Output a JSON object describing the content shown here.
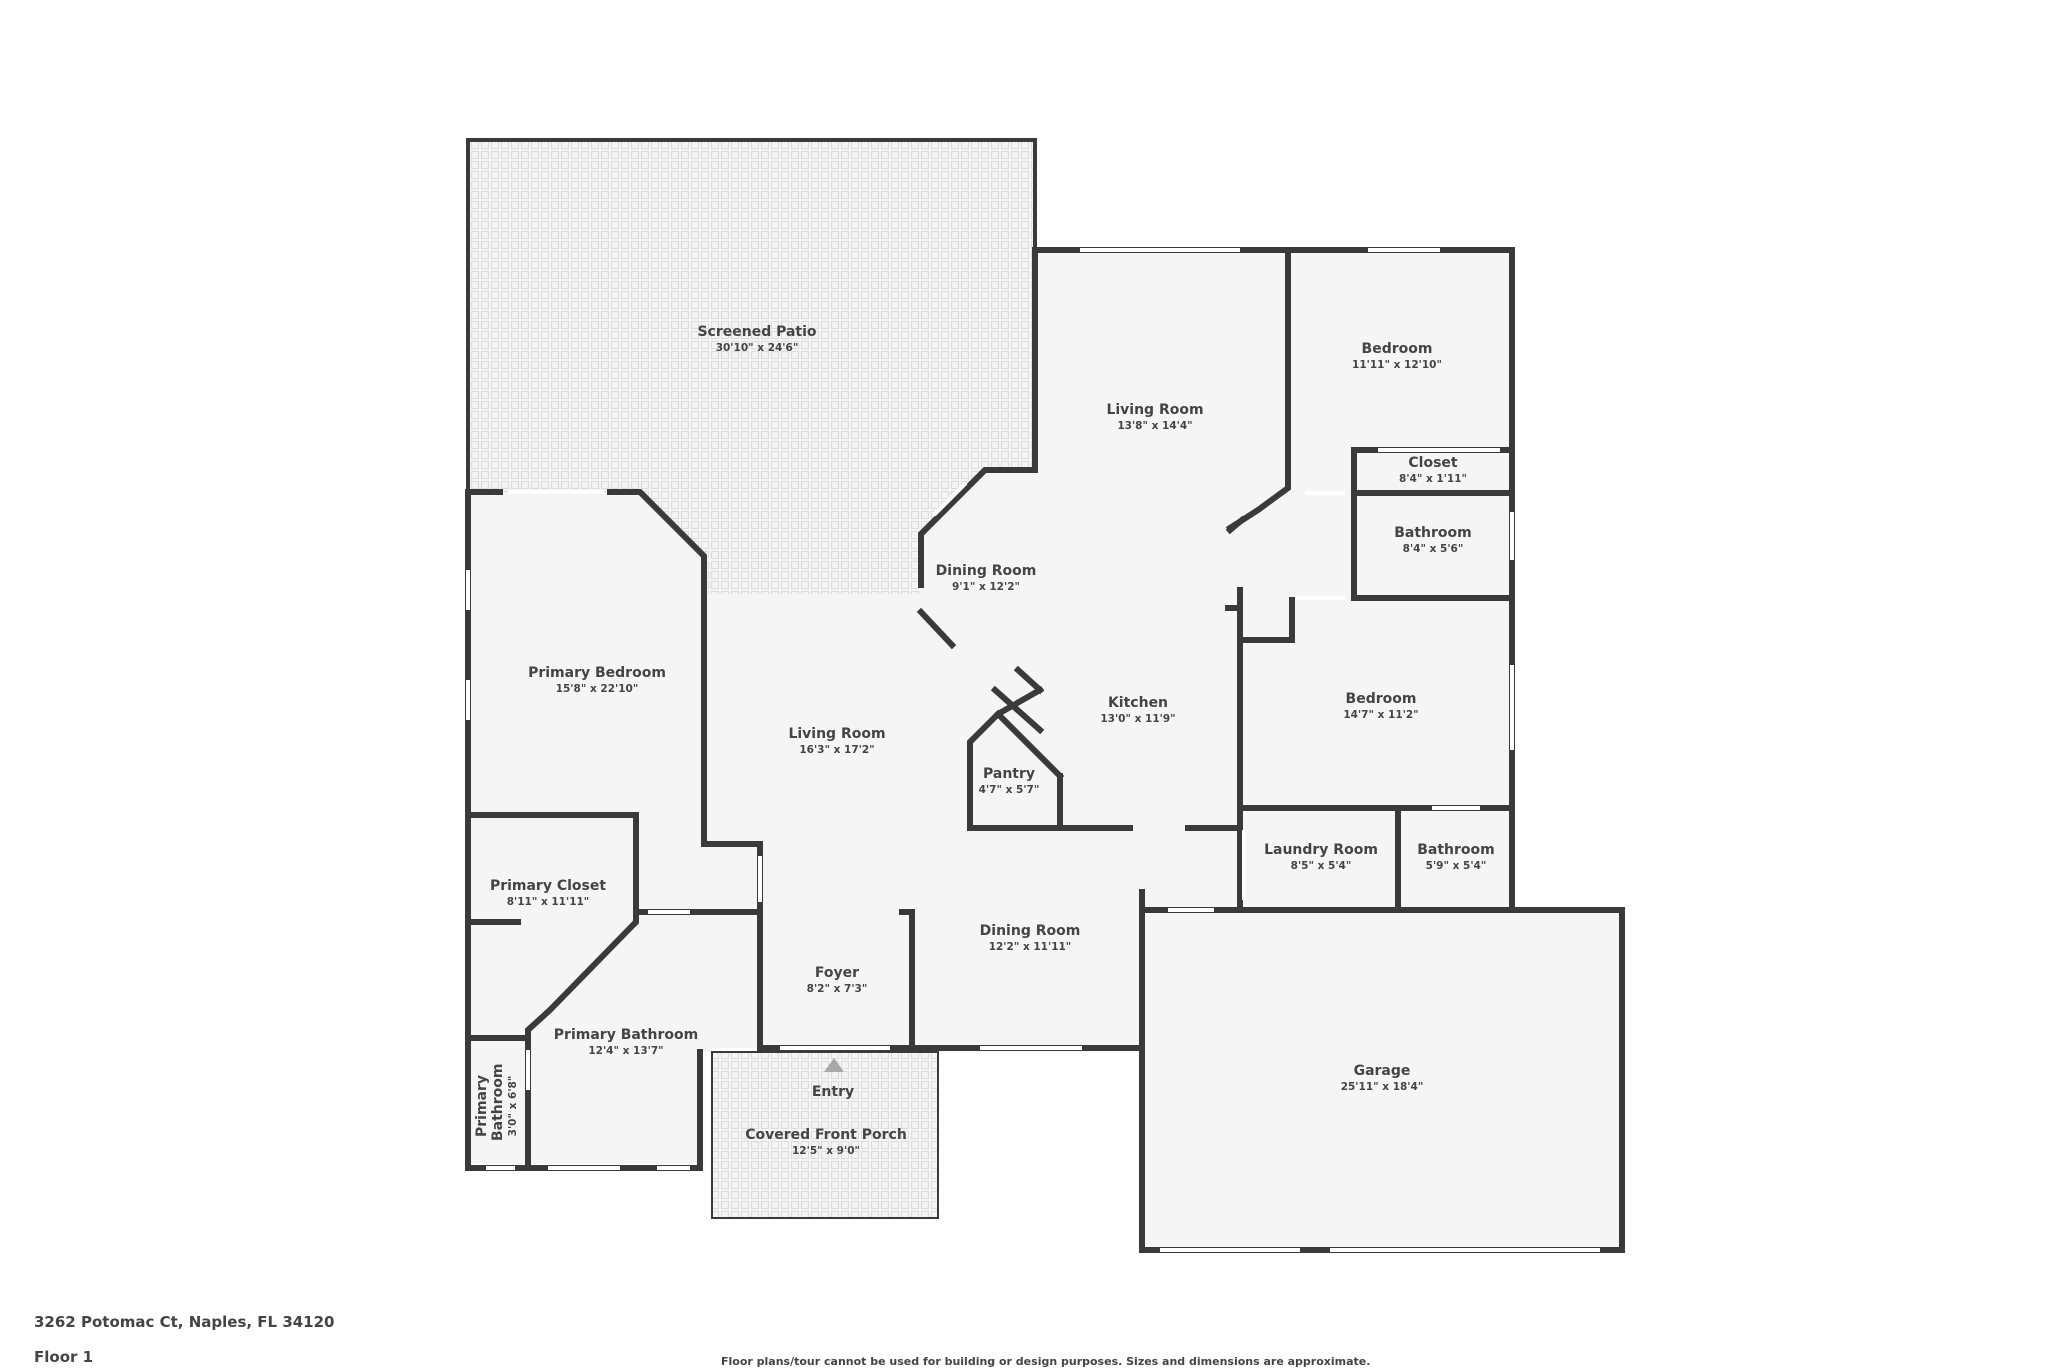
{
  "property": {
    "address": "3262 Potomac Ct, Naples, FL 34120",
    "floor": "Floor 1",
    "disclaimer": "Floor plans/tour cannot be used for building or design purposes. Sizes and dimensions are approximate."
  },
  "colors": {
    "wall": "#3a3a3a",
    "floor": "#f5f5f5",
    "patio_tile": "#e6e6e6",
    "window": "#ffffff",
    "label": "#444444"
  },
  "rooms": [
    {
      "name": "Screened Patio",
      "dims": "30'10\" x 24'6\""
    },
    {
      "name": "Living Room",
      "dims": "13'8\" x 14'4\""
    },
    {
      "name": "Bedroom",
      "dims": "11'11\" x 12'10\""
    },
    {
      "name": "Closet",
      "dims": "8'4\" x 1'11\""
    },
    {
      "name": "Bathroom",
      "dims": "8'4\" x 5'6\""
    },
    {
      "name": "Dining Room",
      "dims": "9'1\" x 12'2\""
    },
    {
      "name": "Primary Bedroom",
      "dims": "15'8\" x 22'10\""
    },
    {
      "name": "Kitchen",
      "dims": "13'0\" x 11'9\""
    },
    {
      "name": "Bedroom",
      "dims": "14'7\" x 11'2\""
    },
    {
      "name": "Living Room",
      "dims": "16'3\" x 17'2\""
    },
    {
      "name": "Pantry",
      "dims": "4'7\" x 5'7\""
    },
    {
      "name": "Laundry Room",
      "dims": "8'5\" x 5'4\""
    },
    {
      "name": "Bathroom",
      "dims": "5'9\" x 5'4\""
    },
    {
      "name": "Primary Closet",
      "dims": "8'11\" x 11'11\""
    },
    {
      "name": "Dining Room",
      "dims": "12'2\" x 11'11\""
    },
    {
      "name": "Foyer",
      "dims": "8'2\" x 7'3\""
    },
    {
      "name": "Primary Bathroom",
      "dims": "12'4\" x 13'7\""
    },
    {
      "name": "Primary Bathroom",
      "dims": "3'0\" x 6'8\""
    },
    {
      "name": "Covered Front Porch",
      "dims": "12'5\" x 9'0\""
    },
    {
      "name": "Garage",
      "dims": "25'11\" x 18'4\""
    }
  ],
  "markers": {
    "entry": "Entry"
  }
}
